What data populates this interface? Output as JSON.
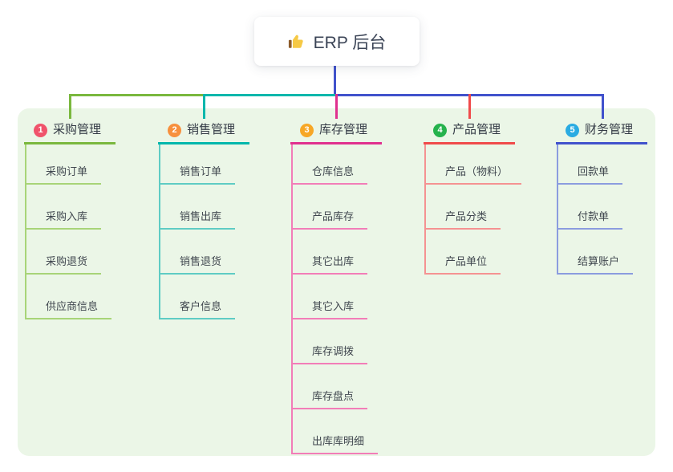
{
  "root": {
    "label": "ERP 后台",
    "icon": "thumbs-up-icon"
  },
  "branches": [
    {
      "key": "procurement",
      "badge": "1",
      "label": "采购管理",
      "badge_color": "#f0536b",
      "line_color": "#7ab83e",
      "child_line_color": "#a8d478",
      "children": [
        "采购订单",
        "采购入库",
        "采购退货",
        "供应商信息"
      ]
    },
    {
      "key": "sales",
      "badge": "2",
      "label": "销售管理",
      "badge_color": "#f7903d",
      "line_color": "#00b7ac",
      "child_line_color": "#5fccc4",
      "children": [
        "销售订单",
        "销售出库",
        "销售退货",
        "客户信息"
      ]
    },
    {
      "key": "inventory",
      "badge": "3",
      "label": "库存管理",
      "badge_color": "#f7a726",
      "line_color": "#e0308e",
      "child_line_color": "#f27db8",
      "children": [
        "仓库信息",
        "产品库存",
        "其它出库",
        "其它入库",
        "库存调拨",
        "库存盘点",
        "出库库明细"
      ]
    },
    {
      "key": "product",
      "badge": "4",
      "label": "产品管理",
      "badge_color": "#25b24c",
      "line_color": "#f04b4b",
      "child_line_color": "#f59292",
      "children": [
        "产品（物料）",
        "产品分类",
        "产品单位"
      ]
    },
    {
      "key": "finance",
      "badge": "5",
      "label": "财务管理",
      "badge_color": "#2aabe2",
      "line_color": "#4152cc",
      "child_line_color": "#8b9cdf",
      "children": [
        "回款单",
        "付款单",
        "结算账户"
      ]
    }
  ],
  "colors": {
    "page_bg": "#ffffff",
    "panel_bg": "#ebf6e7",
    "root_stem": "#4152cc",
    "root_text": "#3b4456",
    "child_text": "#40474f"
  }
}
